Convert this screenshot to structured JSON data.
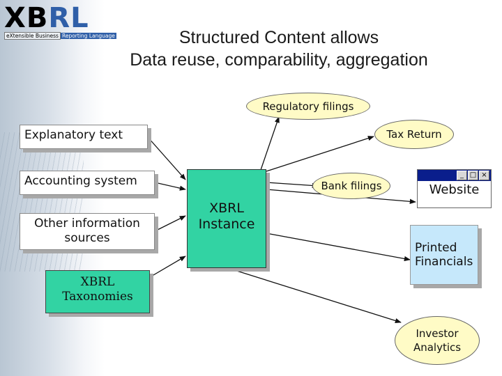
{
  "logo": {
    "brand_x": "X",
    "brand_b": "B",
    "brand_rl": "RL",
    "tagline_left": "eXtensible Business",
    "tagline_right": "Reporting Language"
  },
  "title": {
    "line1": "Structured Content allows",
    "line2": "Data reuse, comparability, aggregation"
  },
  "sources": {
    "explanatory": "Explanatory text",
    "accounting": "Accounting system",
    "other_line1": "Other information",
    "other_line2": "sources"
  },
  "taxonomies": {
    "line1": "XBRL",
    "line2": "Taxonomies"
  },
  "instance": {
    "line1": "XBRL",
    "line2": "Instance"
  },
  "outputs": {
    "regulatory": "Regulatory filings",
    "tax_return": "Tax Return",
    "bank": "Bank filings",
    "website": "Website",
    "website_buttons": [
      "_",
      "□",
      "×"
    ],
    "printed_line1": "Printed",
    "printed_line2": "Financials",
    "investor_line1": "Investor",
    "investor_line2": "Analytics"
  },
  "colors": {
    "instance_fill": "#32d3a3",
    "ellipse_fill": "#fffbc6",
    "printed_fill": "#c6e8fb",
    "window_titlebar": "#0a1e8c"
  }
}
